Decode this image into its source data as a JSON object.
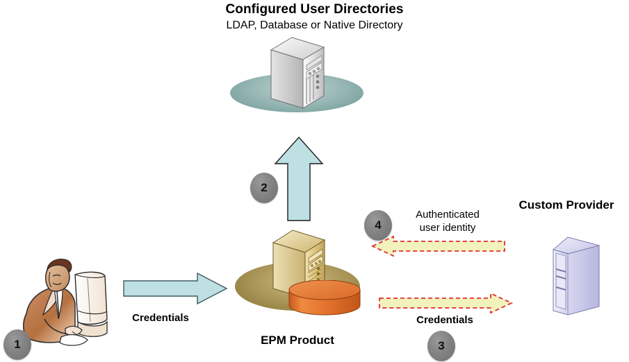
{
  "diagram": {
    "title": "Configured User Directories",
    "subtitle": "LDAP, Database or Native Directory",
    "nodes": {
      "directory_server": {
        "label": "Configured User Directories",
        "icon": "tower-server-icon",
        "color": "#d8d8d8"
      },
      "epm_product": {
        "label": "EPM Product",
        "icon": "tower-server-database-icon",
        "color": "#d9c07e",
        "database_color": "#e0742e"
      },
      "custom_provider": {
        "label": "Custom Provider",
        "icon": "rack-server-icon",
        "color": "#c3c3e8"
      },
      "user": {
        "icon": "user-at-computer-icon"
      }
    },
    "steps": [
      {
        "number": "1",
        "near": "user"
      },
      {
        "number": "2",
        "near": "directory-arrow"
      },
      {
        "number": "3",
        "near": "credentials-out-arrow"
      },
      {
        "number": "4",
        "near": "identity-in-arrow"
      }
    ],
    "flows": [
      {
        "id": "credentials-in",
        "label": "Credentials",
        "direction": "right",
        "style": "solid",
        "fill": "#bfe0e2",
        "stroke": "#3d5a5e",
        "from": "user",
        "to": "epm_product"
      },
      {
        "id": "directory-lookup",
        "label": "",
        "direction": "up",
        "style": "solid",
        "fill": "#bfe0e2",
        "stroke": "#1a1a1a",
        "from": "epm_product",
        "to": "directory_server"
      },
      {
        "id": "credentials-out",
        "label": "Credentials",
        "direction": "right",
        "style": "dashed",
        "fill": "#f2f2bc",
        "stroke": "#e02c2c",
        "from": "epm_product",
        "to": "custom_provider"
      },
      {
        "id": "identity-in",
        "label_line1": "Authenticated",
        "label_line2": "user identity",
        "direction": "left",
        "style": "dashed",
        "fill": "#f2f2bc",
        "stroke": "#e02c2c",
        "from": "custom_provider",
        "to": "epm_product"
      }
    ]
  }
}
